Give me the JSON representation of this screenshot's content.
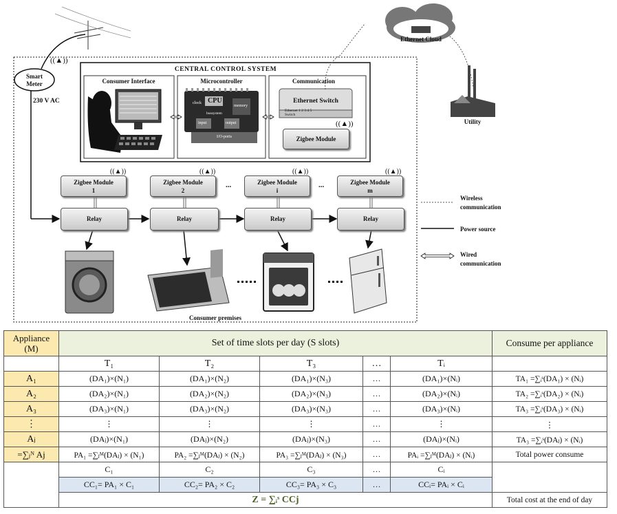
{
  "diagram": {
    "system_title": "CENTRAL  CONTROL  SYSTEM",
    "consumer_interface": "Consumer Interface",
    "microcontroller": "Microcontroller",
    "mcu_labels": {
      "clock": "clock",
      "cpu": "CPU",
      "memory": "memory",
      "bus": "bussystem",
      "input": "input",
      "output": "output",
      "io": "I/O-ports"
    },
    "communication": "Communication",
    "ethernet_switch": "Ethernet Switch",
    "switch_ports": "Ethernet  1  2  3  4  5",
    "switch_sub": "Switch",
    "zigbee_central": "Zigbee Module",
    "smart_meter": "Smart\nMeter",
    "ac_label": "230 V AC",
    "cloud_label": "Ethernet Cloud",
    "utility_label": "Utility",
    "ellipsis": "...",
    "zigbee_modules": [
      {
        "name": "Zigbee Module",
        "index": "1"
      },
      {
        "name": "Zigbee Module",
        "index": "2"
      },
      {
        "name": "Zigbee Module",
        "index": "i"
      },
      {
        "name": "Zigbee Module",
        "index": "m"
      }
    ],
    "relay": "Relay",
    "premises": "Consumer premises",
    "legend": {
      "wireless": "Wireless\ncommunication",
      "power": "Power source",
      "wired": "Wired\ncommunication"
    }
  },
  "table": {
    "h_appliance": "Appliance\n(M)",
    "h_slots": "Set of time slots per day (S slots)",
    "h_consume": "Consume per appliance",
    "slots": [
      "T₁",
      "T₂",
      "T₃",
      "…",
      "Tᵢ"
    ],
    "rows": [
      {
        "label": "A₁",
        "cells": [
          "(DA₁)×(N₁)",
          "(DA₁)×(N₂)",
          "(DA₁)×(N₃)",
          "…",
          "(DA₁)×(Nᵢ)"
        ],
        "total": "TA₁ =∑ᵢˢ(DA₁) × (Nᵢ)"
      },
      {
        "label": "A₂",
        "cells": [
          "(DA₂)×(N₁)",
          "(DA₂)×(N₂)",
          "(DA₂)×(N₃)",
          "…",
          "(DA₂)×(Nᵢ)"
        ],
        "total": "TA₂ =∑ᵢˢ(DA₂) × (Nᵢ)"
      },
      {
        "label": "A₃",
        "cells": [
          "(DA₃)×(N₁)",
          "(DA₃)×(N₂)",
          "(DA₃)×(N₃)",
          "…",
          "(DA₃)×(Nᵢ)"
        ],
        "total": "TA₃ =∑ᵢˢ(DA₃) × (Nᵢ)"
      },
      {
        "label": "⋮",
        "cells": [
          "⋮",
          "⋮",
          "⋮",
          "…",
          "⋮"
        ],
        "total": "⋮"
      },
      {
        "label": "Aⱼ",
        "cells": [
          "(DAⱼ)×(N₁)",
          "(DAⱼ)×(N₂)",
          "(DAⱼ)×(N₃)",
          "…",
          "(DAⱼ)×(Nᵢ)"
        ],
        "total": "TA₃ =∑ᵢˢ(DAⱼ) × (Nᵢ)"
      }
    ],
    "sum_label": "=∑ⱼᴺ Aj",
    "pa": [
      "PA₁ =∑ⱼᴹ(DAⱼ) × (N₁)",
      "PA₂ =∑ⱼᴹ(DAⱼ) × (N₂)",
      "PA₃ =∑ⱼᴹ(DAⱼ) × (N₃)",
      "…",
      "PAᵢ =∑ⱼᴹ(DAⱼ) × (Nᵢ)"
    ],
    "total_power": "Total power consume",
    "costs": [
      "C₁",
      "C₂",
      "C₃",
      "…",
      "Cᵢ"
    ],
    "cc": [
      "CC₁= PA₁ × C₁",
      "CC₂= PA₂ × C₂",
      "CC₃= PA₃ × C₃",
      "…",
      "CCᵢ= PAᵢ × Cᵢ"
    ],
    "z": "Z = ∑ᵢˢ CCj",
    "total_cost": "Total cost at the end of day"
  }
}
